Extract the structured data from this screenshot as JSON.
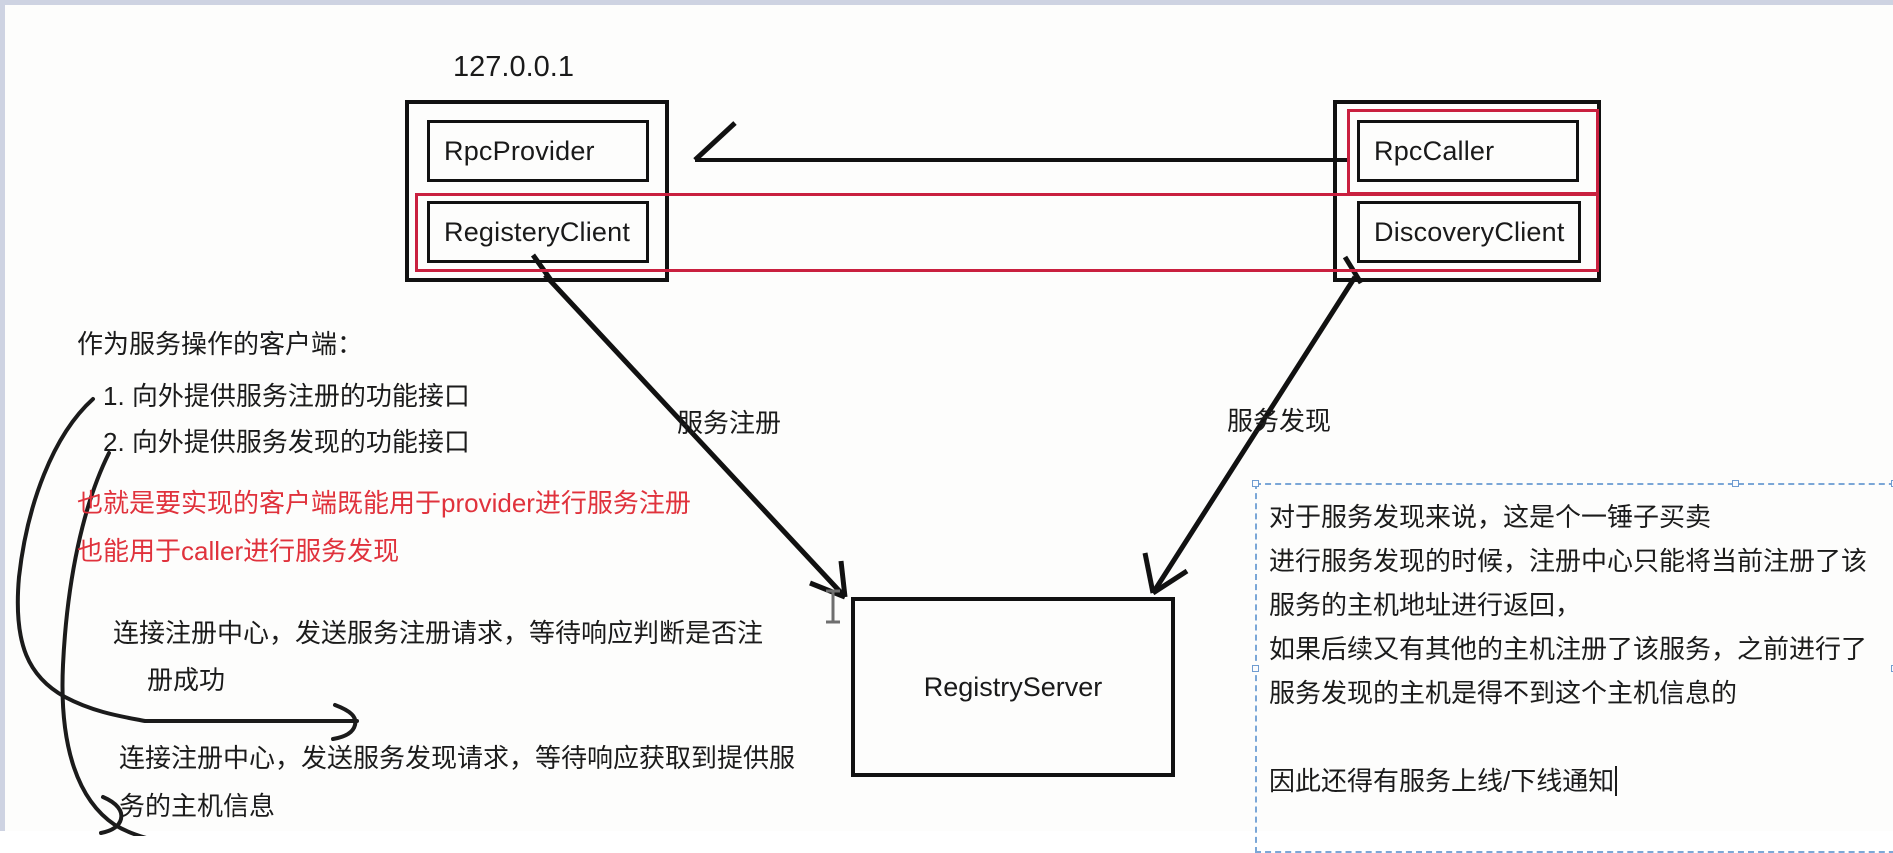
{
  "diagram": {
    "host_label": "127.0.0.1",
    "nodes": {
      "rpc_provider": "RpcProvider",
      "registery_client": "RegisteryClient",
      "rpc_caller": "RpcCaller",
      "discovery_client": "DiscoveryClient",
      "registry_server": "RegistryServer"
    },
    "arrow_labels": {
      "register": "服务注册",
      "discover": "服务发现"
    },
    "colors": {
      "stroke": "#111111",
      "highlight_red": "#c9203f",
      "text_red": "#e0323c",
      "selection_blue": "#7ba7d7",
      "background": "#fdfdfc"
    }
  },
  "left_notes": {
    "heading": "作为服务操作的客户端：",
    "items": [
      "1. 向外提供服务注册的功能接口",
      "2. 向外提供服务发现的功能接口"
    ],
    "red_lines": [
      "也就是要实现的客户端既能用于provider进行服务注册",
      "也能用于caller进行服务发现"
    ],
    "bullets": [
      {
        "line1": "连接注册中心，发送服务注册请求，等待响应判断是否注",
        "line2": "册成功"
      },
      {
        "line1": "连接注册中心，发送服务发现请求，等待响应获取到提供服",
        "line2": "务的主机信息"
      }
    ]
  },
  "note_box": {
    "lines": [
      "对于服务发现来说，这是个一锤子买卖",
      "进行服务发现的时候，注册中心只能将当前注册了该",
      "服务的主机地址进行返回，",
      "如果后续又有其他的主机注册了该服务，之前进行了",
      "服务发现的主机是得不到这个主机信息的",
      "",
      "因此还得有服务上线/下线通知"
    ]
  }
}
